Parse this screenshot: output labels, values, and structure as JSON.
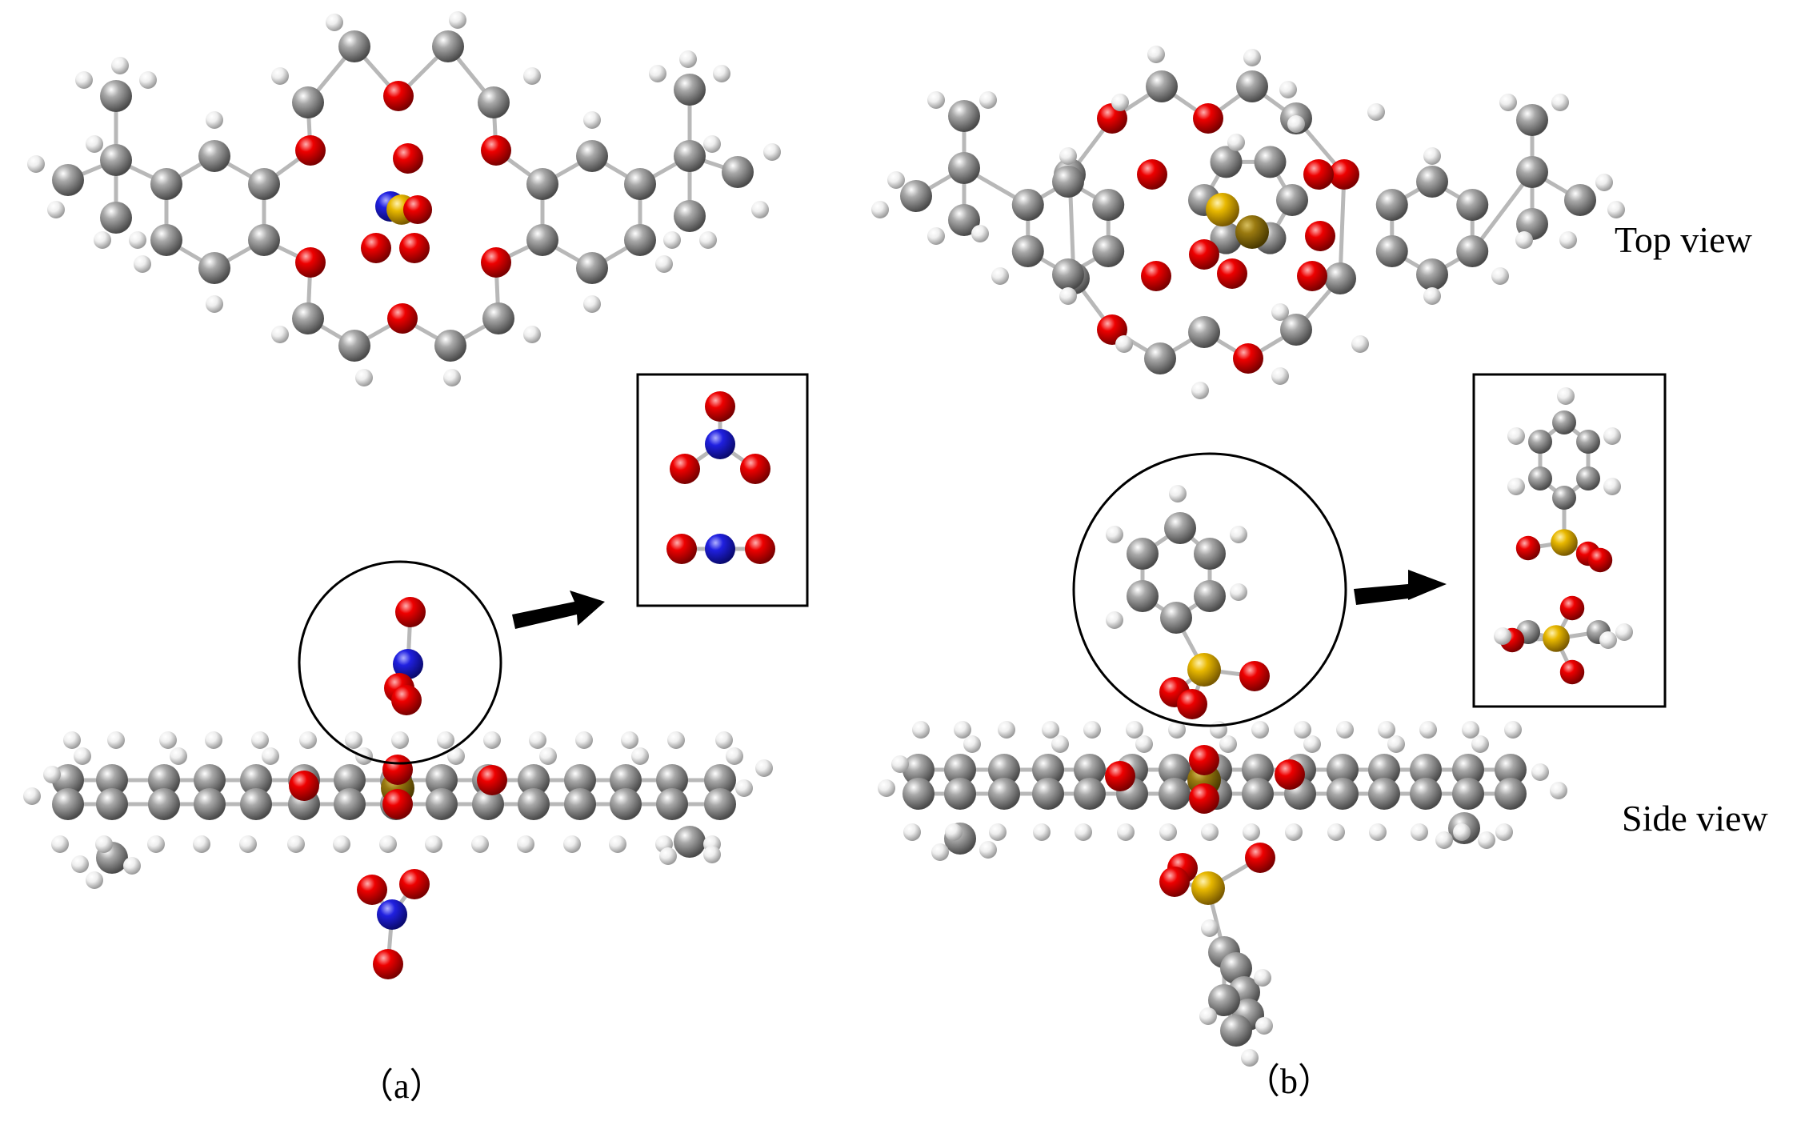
{
  "labels": {
    "top_view": "Top view",
    "side_view": "Side view",
    "panel_a": "（a）",
    "panel_b": "（b）"
  },
  "atom_colors": {
    "C": "#8c8c8c",
    "H": "#e6e6e6",
    "O": "#e00000",
    "N": "#1c1ccf",
    "S": "#e6b800"
  }
}
